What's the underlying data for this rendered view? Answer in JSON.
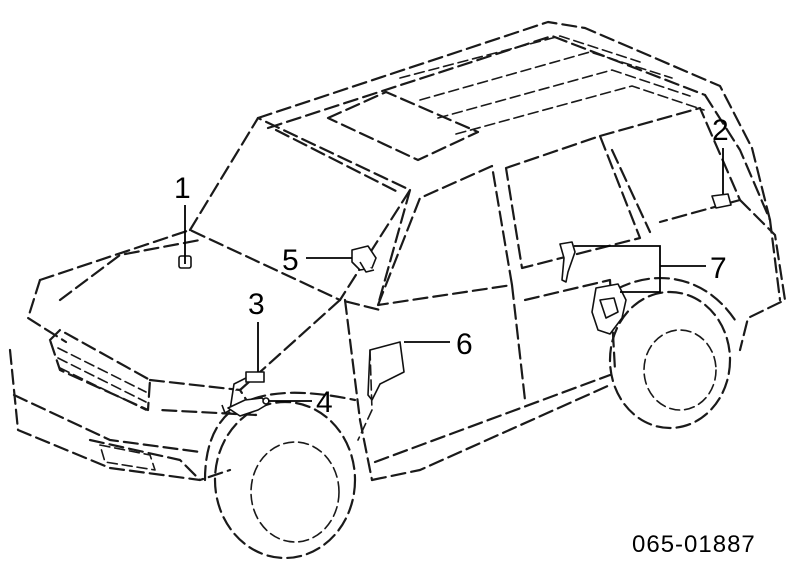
{
  "callouts": [
    {
      "id": "1",
      "label": "1"
    },
    {
      "id": "2",
      "label": "2"
    },
    {
      "id": "3",
      "label": "3"
    },
    {
      "id": "4",
      "label": "4"
    },
    {
      "id": "5",
      "label": "5"
    },
    {
      "id": "6",
      "label": "6"
    },
    {
      "id": "7",
      "label": "7"
    }
  ],
  "diagram_code": "065-01887",
  "colors": {
    "line": "#1a1a1a",
    "background": "#ffffff"
  }
}
